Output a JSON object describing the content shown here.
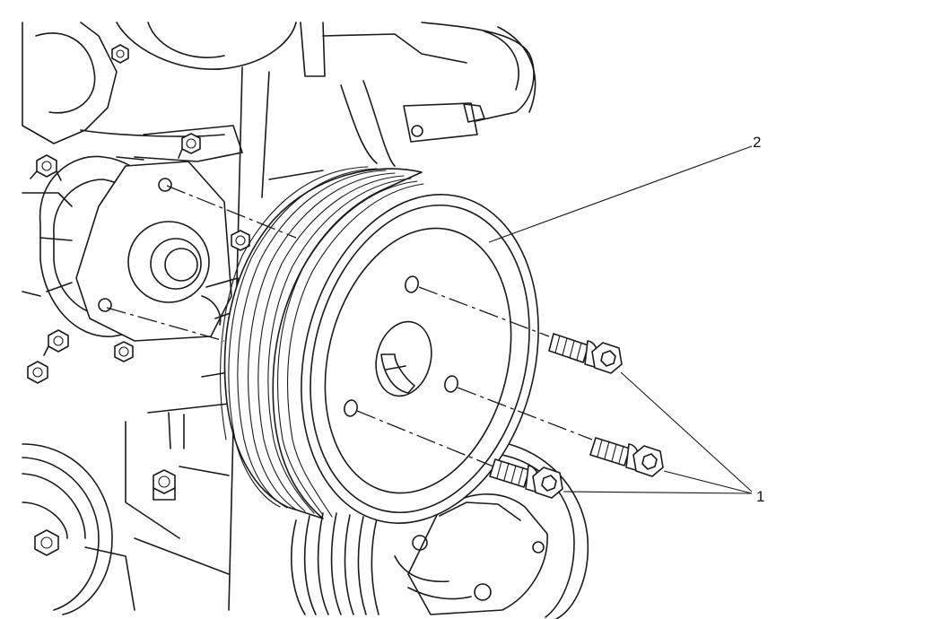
{
  "diagram": {
    "callouts": [
      {
        "id": "1",
        "label": "1",
        "part": "bolts"
      },
      {
        "id": "2",
        "label": "2",
        "part": "pulley"
      }
    ],
    "colors": {
      "line": "#1a1a1a",
      "background": "#ffffff"
    }
  }
}
